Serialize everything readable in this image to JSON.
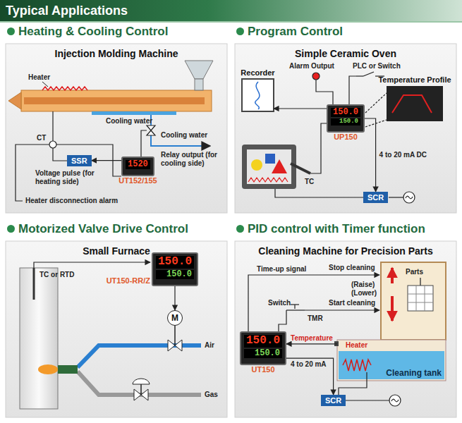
{
  "diagram": {
    "title": "Typical Applications",
    "nodes": [
      {
        "text": [
          "Heating & Cooling Control",
          "Injection Molding Machine"
        ]
      },
      {
        "text": [
          "1520",
          "UT152/155"
        ],
        "in": 0
      },
      {
        "text": [
          "SSR"
        ],
        "in": 0
      },
      {
        "text": [
          "Program Control",
          "Simple Ceramic Oven"
        ]
      },
      {
        "text": [
          "Recorder"
        ],
        "in": 3
      },
      {
        "text": [
          "150.0",
          "150.0",
          "UP150"
        ],
        "in": 3
      },
      {
        "text": [
          "Temperature Profile"
        ],
        "in": 3
      },
      {
        "text": [
          "SCR"
        ],
        "in": 3
      },
      {
        "text": [
          "Motorized Valve Drive Control",
          "Small Furnace"
        ]
      },
      {
        "text": [
          "150.0",
          "150.0",
          "UT150-RR/Z"
        ],
        "in": 8
      },
      {
        "text": [
          "M"
        ],
        "in": 8
      },
      {
        "text": [
          "PID control with Timer function",
          "Cleaning Machine for Precision Parts"
        ]
      },
      {
        "text": [
          "150.0",
          "150.0",
          "UT150"
        ],
        "in": 11
      },
      {
        "text": [
          "SCR"
        ],
        "in": 11
      },
      {
        "text": [
          "Cleaning tank"
        ],
        "in": 11
      }
    ],
    "edges": [
      {
        "from": 1,
        "to": 2,
        "arrow": "to"
      },
      {
        "from": 5,
        "to": 4,
        "arrow": "to"
      },
      {
        "from": 5,
        "to": 7,
        "label": "4 to 20 mA DC",
        "arrow": "to"
      },
      {
        "from": 9,
        "to": 10,
        "arrow": "to"
      },
      {
        "from": 12,
        "to": 13,
        "label": "4 to 20 mA",
        "arrow": "to"
      },
      {
        "from": 14,
        "to": 12,
        "label": "Temperature",
        "arrow": "to"
      }
    ],
    "labels": [
      "Heater",
      "Cooling water",
      "CT",
      "Cooling water",
      "Relay output (for cooling side)",
      "Voltage pulse (for heating side)",
      "Heater disconnection alarm",
      "Alarm Output",
      "PLC or Switch",
      "TC",
      "TC or RTD",
      "Air",
      "Gas",
      "Time-up signal",
      "Stop cleaning",
      "Start cleaning",
      "Switch",
      "TMR",
      "(Raise)",
      "(Lower)",
      "Parts",
      "Heater"
    ]
  }
}
